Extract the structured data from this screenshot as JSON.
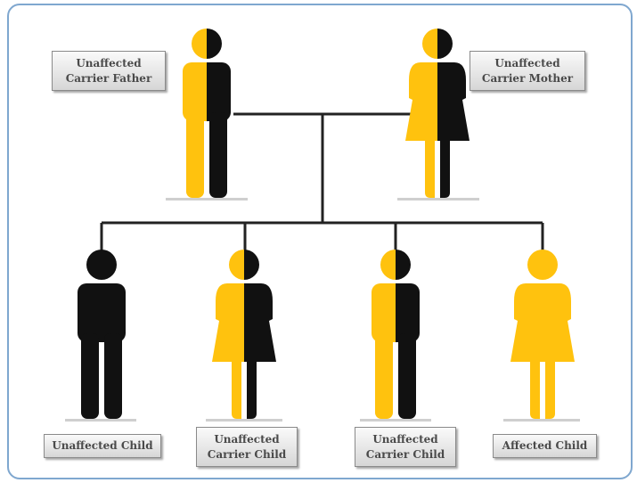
{
  "colors": {
    "yellow": "#ffc20e",
    "black": "#111111",
    "frame": "#7fa7cf"
  },
  "parents": {
    "father": {
      "label": "Unaffected\nCarrier Father",
      "icon": "male-carrier-icon"
    },
    "mother": {
      "label": "Unaffected\nCarrier Mother",
      "icon": "female-carrier-icon"
    }
  },
  "children": [
    {
      "label": "Unaffected Child",
      "icon": "male-unaffected-icon"
    },
    {
      "label": "Unaffected\nCarrier Child",
      "icon": "female-carrier-icon"
    },
    {
      "label": "Unaffected\nCarrier Child",
      "icon": "male-carrier-icon"
    },
    {
      "label": "Affected Child",
      "icon": "female-affected-icon"
    }
  ]
}
